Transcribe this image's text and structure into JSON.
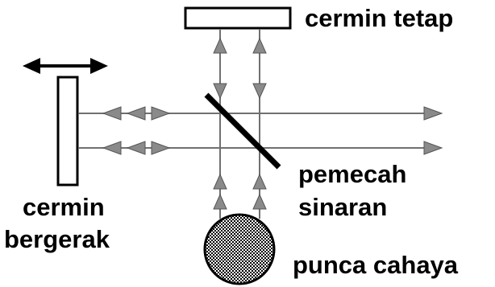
{
  "labels": {
    "fixed_mirror": "cermin tetap",
    "beam_splitter_line1": "pemecah",
    "beam_splitter_line2": "sinaran",
    "moving_mirror_line1": "cermin",
    "moving_mirror_line2": "bergerak",
    "light_source": "punca cahaya"
  },
  "colors": {
    "ink": "#000000",
    "beam": "#707070",
    "arrow": "#8a8a8a",
    "source_fill": "#9a9a9a",
    "background": "#ffffff"
  }
}
